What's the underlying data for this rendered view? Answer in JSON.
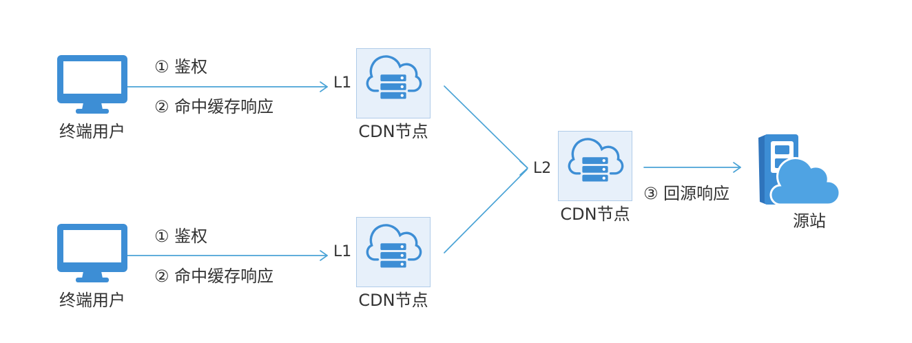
{
  "diagram": {
    "branches": [
      {
        "user_label": "终端用户",
        "step_auth": "① 鉴权",
        "step_hit": "② 命中缓存响应",
        "level": "L1",
        "node_label": "CDN节点"
      },
      {
        "user_label": "终端用户",
        "step_auth": "① 鉴权",
        "step_hit": "② 命中缓存响应",
        "level": "L1",
        "node_label": "CDN节点"
      }
    ],
    "l2_node": {
      "level": "L2",
      "node_label": "CDN节点"
    },
    "origin": {
      "step_back_to_origin": "③ 回源响应",
      "label": "源站"
    }
  },
  "icons": {
    "user": "monitor-icon",
    "cdn_node": "cloud-server-icon",
    "origin": "origin-server-cloud-icon"
  },
  "colors": {
    "accent": "#3D8ED5",
    "accent_dark": "#2F74BC",
    "line": "#4AA3D6",
    "node_fill": "#E7F0FA",
    "node_border": "#AFCBE9",
    "origin_cloud": "#4FA3E3",
    "text": "#333333"
  }
}
